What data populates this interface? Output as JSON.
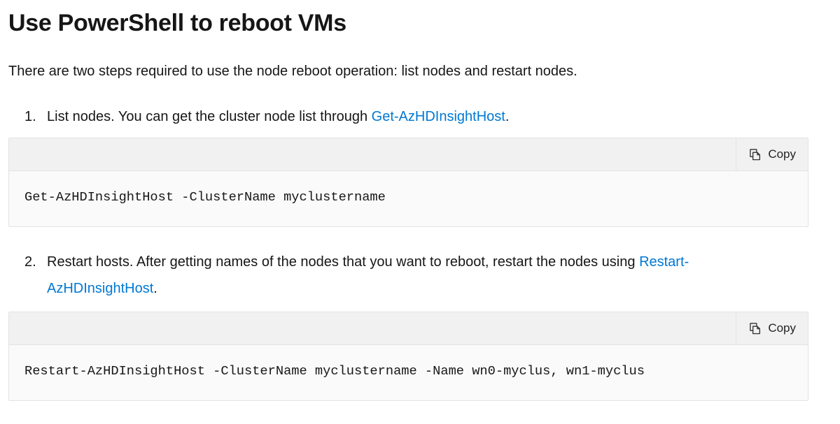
{
  "page": {
    "title": "Use PowerShell to reboot VMs",
    "intro": "There are two steps required to use the node reboot operation: list nodes and restart nodes."
  },
  "steps": [
    {
      "number": "1.",
      "text_before_link": "List nodes. You can get the cluster node list through ",
      "link": "Get-AzHDInsightHost",
      "text_after_link": "."
    },
    {
      "number": "2.",
      "text_before_link": "Restart hosts. After getting names of the nodes that you want to reboot, restart the nodes using ",
      "link_line1": "Restart-",
      "link_line2": "AzHDInsightHost",
      "text_after_link": "."
    }
  ],
  "code_blocks": [
    {
      "code": "Get-AzHDInsightHost -ClusterName myclustername",
      "copy_label": "Copy"
    },
    {
      "code": "Restart-AzHDInsightHost -ClusterName myclustername -Name wn0-myclus, wn1-myclus",
      "copy_label": "Copy"
    }
  ],
  "colors": {
    "link_blue": "#0078d4",
    "text": "#161616",
    "code_header_bg": "#f1f1f1",
    "code_body_bg": "#fafafa",
    "code_border": "#e3e3e3",
    "copy_text": "#242424"
  },
  "icons": {
    "copy_icon": "copy-pages-icon"
  }
}
